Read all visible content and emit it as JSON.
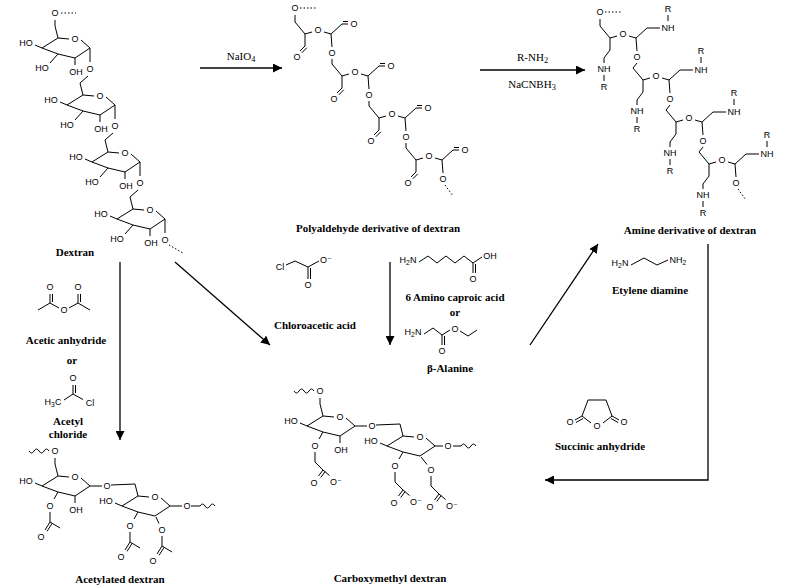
{
  "diagram": {
    "nodes": [
      {
        "text": [
          "Dextran"
        ]
      },
      {
        "text": [
          "Polyaldehyde derivative of dextran"
        ]
      },
      {
        "text": [
          "Amine derivative of dextran"
        ]
      },
      {
        "text": [
          "Acetylated dextran"
        ]
      },
      {
        "text": [
          "Carboxymethyl dextran"
        ]
      }
    ],
    "edges": [
      {
        "from": 0,
        "to": 1,
        "arrow": "to",
        "label": "NaIO4"
      },
      {
        "from": 1,
        "to": 2,
        "arrow": "to",
        "label": "R-NH2"
      },
      {
        "from": 0,
        "to": 3,
        "arrow": "to"
      },
      {
        "from": 0,
        "to": 4,
        "arrow": "to"
      },
      {
        "from": 1,
        "to": 4,
        "arrow": "to"
      },
      {
        "from": 4,
        "to": 2,
        "arrow": "to"
      },
      {
        "from": 2,
        "to": 4,
        "arrow": "to"
      }
    ],
    "labels": [
      "O",
      "HO",
      "O",
      "HO",
      "OH",
      "O",
      "HO",
      "O",
      "HO",
      "OH",
      "O",
      "HO",
      "O",
      "HO",
      "OH",
      "O",
      "HO",
      "O",
      "HO",
      "OH",
      "O",
      "O",
      "O",
      "O",
      "O",
      "O",
      "O",
      "O",
      "O",
      "O",
      "O",
      "O",
      "O",
      "O",
      "O",
      "O",
      "O",
      "O",
      "O",
      "O",
      "R",
      "NH",
      "NH",
      "R",
      "O",
      "O",
      "R",
      "NH",
      "NH",
      "R",
      "O",
      "O",
      "R",
      "NH",
      "NH",
      "R",
      "O",
      "O",
      "R",
      "NH",
      "NH",
      "R",
      "O",
      "NaCNBH3",
      "O",
      "O",
      "O",
      "Acetic anhydride",
      "or",
      "H3C",
      "O",
      "Cl",
      "Acetyl chloride",
      "Cl",
      "O⁻",
      "O",
      "Chloroacetic acid",
      "H2N",
      "OH",
      "O",
      "6 Amino caproic acid",
      "or",
      "H2N",
      "O",
      "O",
      "β-Alanine",
      "H2N",
      "NH2",
      "Etylene diamine",
      "O",
      "O",
      "O",
      "Succinic anhydride",
      "O",
      "HO",
      "O",
      "OH",
      "O",
      "O",
      "O",
      "HO",
      "O",
      "O",
      "O",
      "O",
      "O",
      "O",
      "O",
      "HO",
      "O",
      "OH",
      "O",
      "O",
      "O⁻",
      "O",
      "HO",
      "O",
      "O",
      "O",
      "O⁻",
      "O",
      "O",
      "O⁻",
      "O"
    ]
  }
}
